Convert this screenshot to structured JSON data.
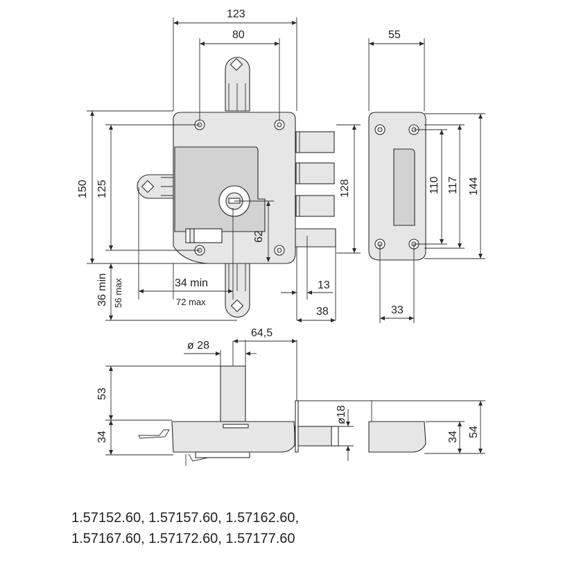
{
  "dimensions": {
    "width_total": "123",
    "width_holes": "80",
    "side_width": "55",
    "height_total": "150",
    "height_holes": "125",
    "bolt_span": "128",
    "side_110": "110",
    "side_117": "117",
    "side_144": "144",
    "keyhole_62": "62",
    "backset_min": "34 min",
    "backset_max": "72 max",
    "bottom_min": "36 min",
    "bottom_max": "56 max",
    "latch_13": "13",
    "latch_38": "38",
    "side_33": "33",
    "diameter_28": "ø 28",
    "offset_645": "64,5",
    "height_53": "53",
    "height_34_left": "34",
    "diameter_18": "ø18",
    "height_34_right": "34",
    "height_54": "54"
  },
  "product_codes": [
    "1.57152.60, 1.57157.60, 1.57162.60,",
    "1.57167.60, 1.57172.60, 1.57177.60"
  ]
}
